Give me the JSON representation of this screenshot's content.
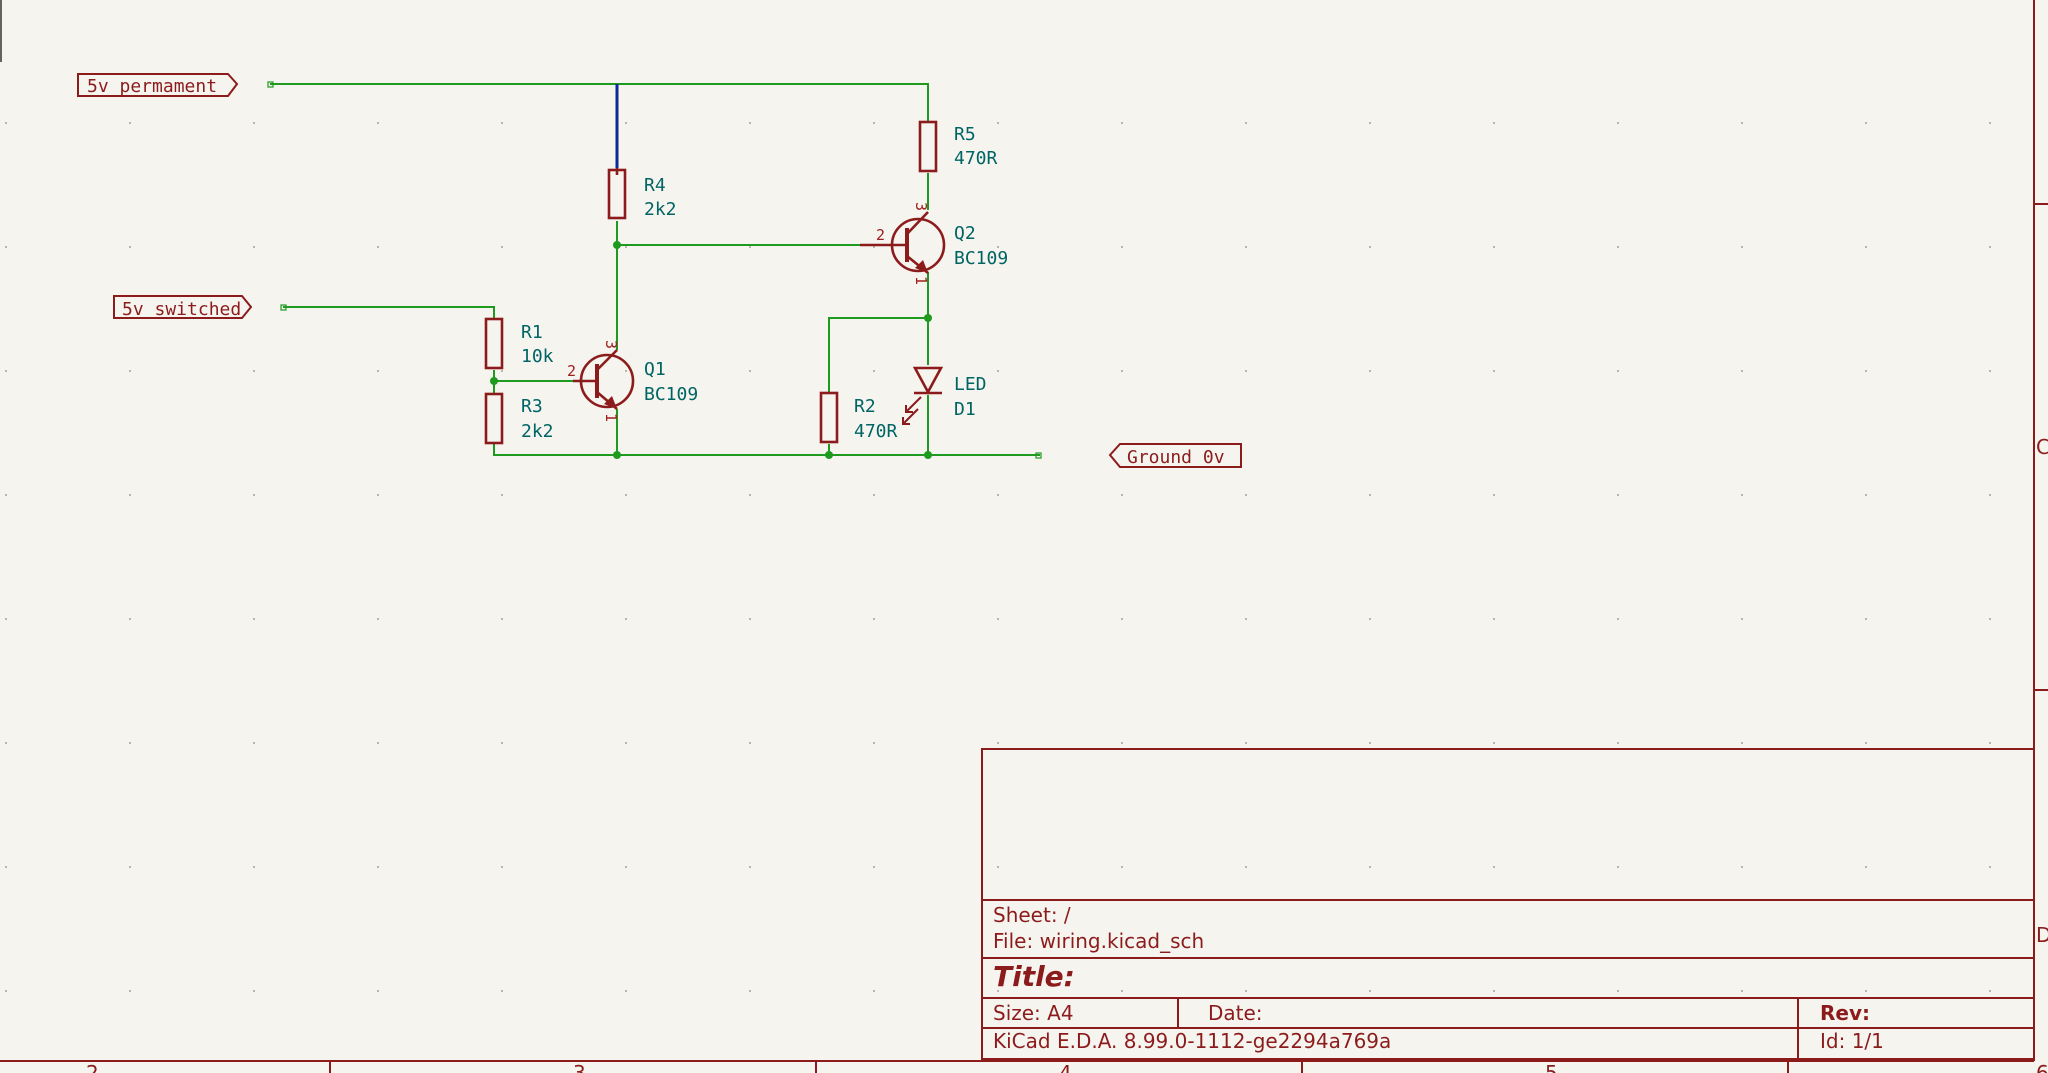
{
  "labels": {
    "power_permanent": "5v permament",
    "power_switched": "5v switched",
    "ground": "Ground  0v"
  },
  "components": {
    "r1": {
      "ref": "R1",
      "value": "10k"
    },
    "r2": {
      "ref": "R2",
      "value": "470R"
    },
    "r3": {
      "ref": "R3",
      "value": "2k2"
    },
    "r4": {
      "ref": "R4",
      "value": "2k2"
    },
    "r5": {
      "ref": "R5",
      "value": "470R"
    },
    "q1": {
      "ref": "Q1",
      "value": "BC109",
      "pins": [
        "2",
        "3",
        "1"
      ]
    },
    "q2": {
      "ref": "Q2",
      "value": "BC109",
      "pins": [
        "2",
        "3",
        "1"
      ]
    },
    "d1": {
      "ref": "D1",
      "value": "LED"
    }
  },
  "title_block": {
    "sheet": "Sheet: /",
    "file": "File: wiring.kicad_sch",
    "title": "Title:",
    "size": "Size: A4",
    "date": "Date:",
    "rev": "Rev:",
    "kicad": "KiCad E.D.A.  8.99.0-1112-ge2294a769a",
    "id": "Id: 1/1"
  },
  "border": {
    "columns": [
      "2",
      "3",
      "4",
      "5",
      "6"
    ],
    "rows": [
      "C",
      "D"
    ]
  },
  "colors": {
    "background": "#f5f4ef",
    "wire": "#1e9a1e",
    "bus": "#0a2a9a",
    "symbol": "#8c1c1c",
    "field_text": "#006464"
  }
}
